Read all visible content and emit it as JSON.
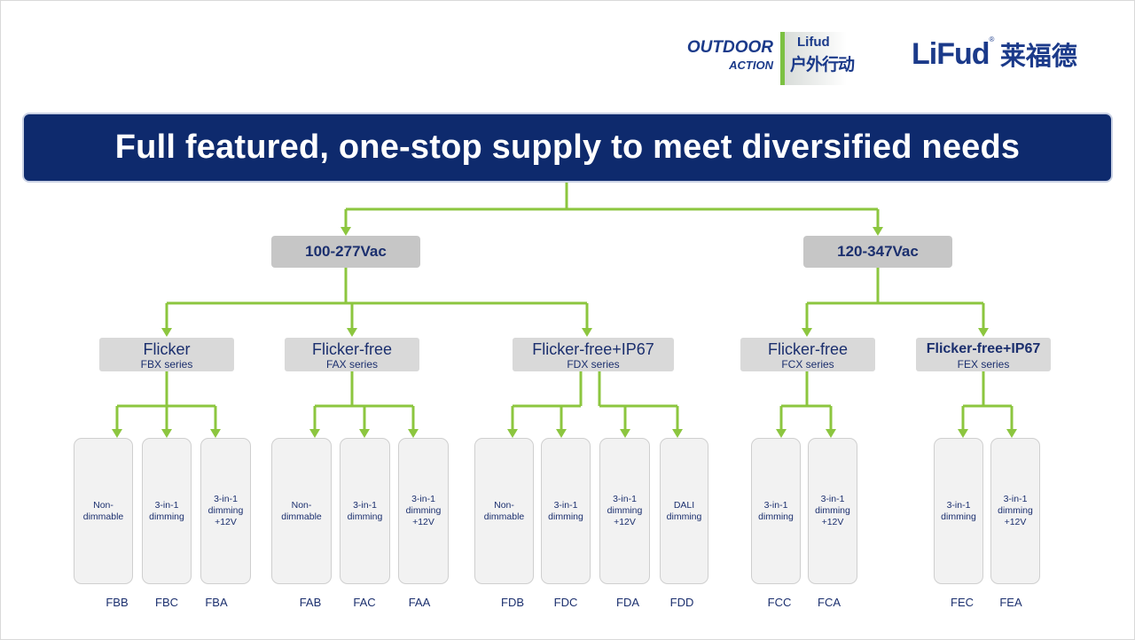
{
  "logos": {
    "outdoor_word1": "OUTDOOR",
    "outdoor_word2": "ACTION",
    "outdoor_brand": "Lifud",
    "outdoor_cn": "户外行动",
    "lifud_brand": "LiFud",
    "lifud_reg": "®",
    "lifud_cn": "莱福德"
  },
  "banner": {
    "title": "Full featured, one-stop supply to meet diversified needs"
  },
  "voltages": [
    {
      "label": "100-277Vac"
    },
    {
      "label": "120-347Vac"
    }
  ],
  "series": [
    {
      "title": "Flicker",
      "sub": "FBX series"
    },
    {
      "title": "Flicker-free",
      "sub": "FAX series"
    },
    {
      "title": "Flicker-free+IP67",
      "sub": "FDX series"
    },
    {
      "title": "Flicker-free",
      "sub": "FCX series"
    },
    {
      "title": "Flicker-free+IP67",
      "sub": "FEX series"
    }
  ],
  "products": [
    {
      "desc": "Non-\ndimmable",
      "code": "FBB"
    },
    {
      "desc": "3-in-1\ndimming",
      "code": "FBC"
    },
    {
      "desc": "3-in-1\ndimming\n+12V",
      "code": "FBA"
    },
    {
      "desc": "Non-\ndimmable",
      "code": "FAB"
    },
    {
      "desc": "3-in-1\ndimming",
      "code": "FAC"
    },
    {
      "desc": "3-in-1\ndimming\n+12V",
      "code": "FAA"
    },
    {
      "desc": "Non-\ndimmable",
      "code": "FDB"
    },
    {
      "desc": "3-in-1\ndimming",
      "code": "FDC"
    },
    {
      "desc": "3-in-1\ndimming\n+12V",
      "code": "FDA"
    },
    {
      "desc": "DALI\ndimming",
      "code": "FDD"
    },
    {
      "desc": "3-in-1\ndimming",
      "code": "FCC"
    },
    {
      "desc": "3-in-1\ndimming\n+12V",
      "code": "FCA"
    },
    {
      "desc": "3-in-1\ndimming",
      "code": "FEC"
    },
    {
      "desc": "3-in-1\ndimming\n+12V",
      "code": "FEA"
    }
  ],
  "colors": {
    "banner_bg": "#0e2a6d",
    "connector": "#8cc63f",
    "text_navy": "#1b2f6e"
  }
}
